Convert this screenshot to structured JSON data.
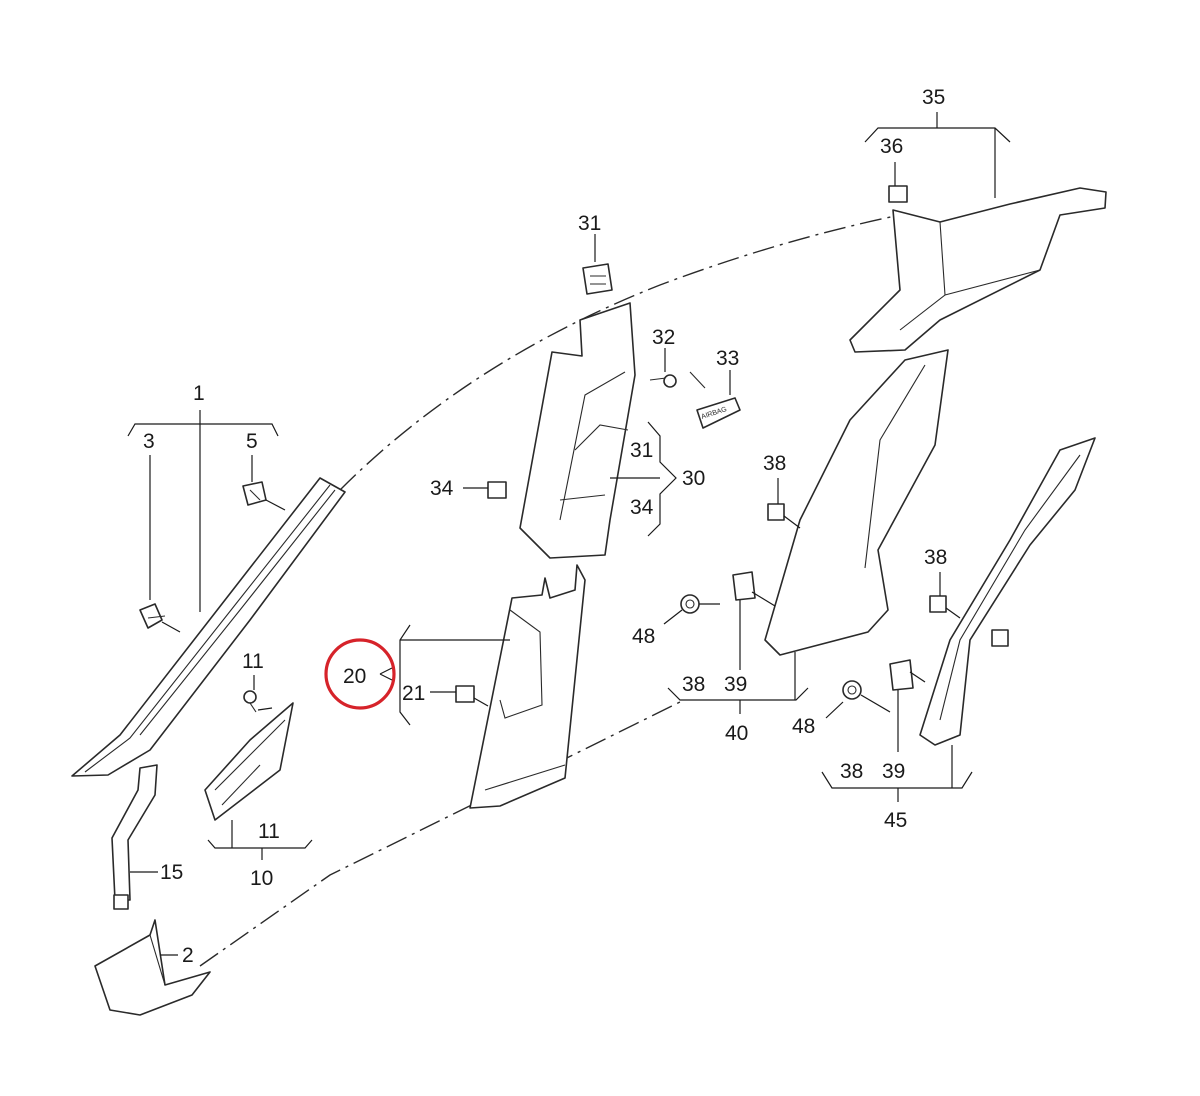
{
  "highlight": {
    "color": "#d6232a",
    "label": "20"
  },
  "stamp": "AIRBAG",
  "callouts": {
    "c1": "1",
    "c3": "3",
    "c5": "5",
    "c11a": "11",
    "c11b": "11",
    "c10": "10",
    "c15": "15",
    "c2": "2",
    "c20": "20",
    "c21": "21",
    "c31a": "31",
    "c32": "32",
    "c33": "33",
    "c31b": "31",
    "c30": "30",
    "c34a": "34",
    "c34b": "34",
    "c35": "35",
    "c36": "36",
    "c38a": "38",
    "c48a": "48",
    "c38b": "38",
    "c39a": "39",
    "c40": "40",
    "c38c": "38",
    "c48b": "48",
    "c38d": "38",
    "c39b": "39",
    "c45": "45"
  }
}
